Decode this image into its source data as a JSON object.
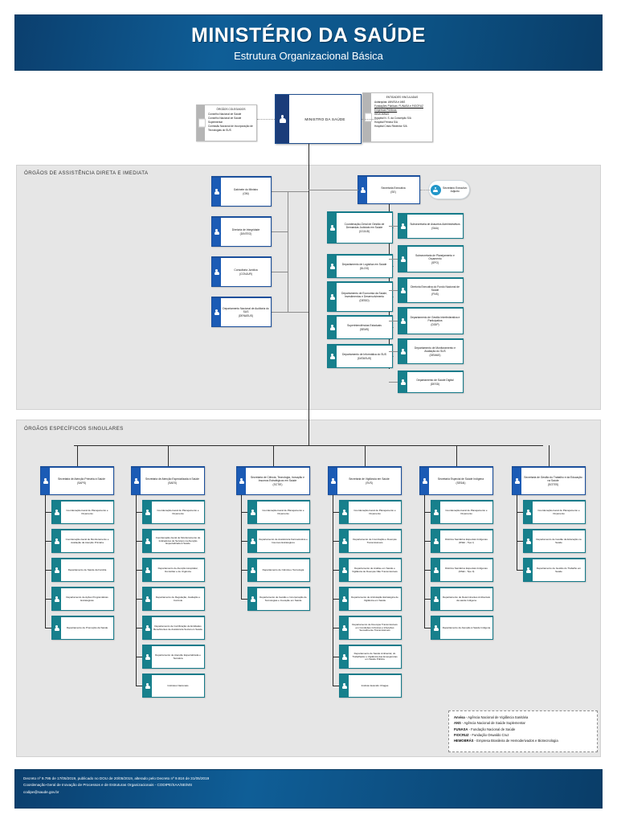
{
  "header": {
    "title": "MINISTÉRIO DA SAÚDE",
    "subtitle": "Estrutura Organizacional Básica"
  },
  "top": {
    "minister": "MINISTRO DA SAÚDE",
    "colegiados": {
      "title": "ÓRGÃOS COLEGIADOS",
      "items": [
        "Conselho Nacional de Saúde",
        "Conselho Nacional de Saúde Suplementar",
        "Comissão Nacional de Incorporação de",
        "Tecnologias do SUS"
      ]
    },
    "vinculadas": {
      "title": "ENTIDADES VINCULADAS",
      "items": [
        "Autarquias: ANVISA e ANS",
        "Fundações Públicas: FUNASA e FIOCRUZ",
        "Empresas Públicas:",
        "HEMOBRÁS",
        "Hospital N. S. da Conceição S/A",
        "Hospital Fêmina S/A",
        "Hospital Cristo Redentor S/A"
      ]
    }
  },
  "section_direct": {
    "label": "ÓRGÃOS DE ASSISTÊNCIA DIRETA E IMEDIATA",
    "left_column": [
      {
        "name": "Gabinete do Ministro",
        "acronym": "(GM)"
      },
      {
        "name": "Diretoria de Integridade",
        "acronym": "(DINTEG)"
      },
      {
        "name": "Consultoria Jurídica",
        "acronym": "(CONJUR)"
      },
      {
        "name": "Departamento Nacional de Auditoria do SUS",
        "acronym": "(DENASUS)"
      }
    ],
    "executive": {
      "name": "Secretaria Executiva",
      "acronym": "(SE)"
    },
    "adjunct": {
      "line1": "Secretário Executivo",
      "line2": "Adjunto"
    },
    "se_left": [
      {
        "name": "Coordenação-Geral de Gestão de Demandas Judiciais em Saúde",
        "acronym": "(CGJUD)"
      },
      {
        "name": "Departamento de Logística em Saúde",
        "acronym": "(DLOG)"
      },
      {
        "name": "Departamento de Economia da Saúde, Investimentos e Desenvolvimento",
        "acronym": "(DESID)"
      },
      {
        "name": "Superintendências Estaduais",
        "acronym": "(SEMS)"
      },
      {
        "name": "Departamento de Informática do SUS",
        "acronym": "(DATASUS)"
      }
    ],
    "se_right": [
      {
        "name": "Subsecretaria de Assuntos Administrativos",
        "acronym": "(SAA)"
      },
      {
        "name": "Subsecretaria de Planejamento e Orçamento",
        "acronym": "(SPO)"
      },
      {
        "name": "Diretoria Executiva do Fundo Nacional de Saúde",
        "acronym": "(FNS)"
      },
      {
        "name": "Departamento de Gestão Interfederativa e Participativa",
        "acronym": "(DGIP)"
      },
      {
        "name": "Departamento de Monitoramento e Avaliação do SUS",
        "acronym": "(DEMAS)"
      },
      {
        "name": "Departamento de Saúde Digital",
        "acronym": "(DESD)"
      }
    ]
  },
  "section_specific": {
    "label": "ÓRGÃOS ESPECÍFICOS SINGULARES",
    "columns": [
      {
        "head": {
          "name": "Secretaria de Atenção Primária à Saúde",
          "acronym": "(SAPS)"
        },
        "items": [
          {
            "name": "Coordenação-Geral de Planejamento e Orçamento",
            "acronym": ""
          },
          {
            "name": "Coordenação-Geral de Monitoramento e Avaliação da Atenção Primária",
            "acronym": ""
          },
          {
            "name": "Departamento de Saúde da Família",
            "acronym": ""
          },
          {
            "name": "Departamento de Ações Programáticas Estratégicas",
            "acronym": ""
          },
          {
            "name": "Departamento de Promoção da Saúde",
            "acronym": ""
          }
        ]
      },
      {
        "head": {
          "name": "Secretaria de Atenção Especializada à Saúde",
          "acronym": "(SAES)"
        },
        "items": [
          {
            "name": "Coordenação-Geral de Planejamento e Orçamento",
            "acronym": ""
          },
          {
            "name": "Coordenação-Geral de Monitoramento de Indicadores de Serviços na Atenção Especializada à Saúde",
            "acronym": ""
          },
          {
            "name": "Departamento de Atenção Hospitalar, Domiciliar e de Urgência",
            "acronym": ""
          },
          {
            "name": "Departamento de Regulação, Avaliação e Controle",
            "acronym": ""
          },
          {
            "name": "Departamento de Certificação de Entidades Beneficentes de Assistência Social em Saúde",
            "acronym": ""
          },
          {
            "name": "Departamento de Atenção Especializada e Temática",
            "acronym": ""
          },
          {
            "name": "Institutos Nacionais",
            "acronym": ""
          }
        ]
      },
      {
        "head": {
          "name": "Secretaria de Ciência, Tecnologia, Inovação e Insumos Estratégicos em Saúde",
          "acronym": "(SCTIE)"
        },
        "items": [
          {
            "name": "Coordenação-Geral de Planejamento e Orçamento",
            "acronym": ""
          },
          {
            "name": "Departamento de Assistência Farmacêutica e Insumos Estratégicos",
            "acronym": ""
          },
          {
            "name": "Departamento de Ciência e Tecnologia",
            "acronym": ""
          },
          {
            "name": "Departamento de Gestão e Incorporação de Tecnologias e Inovação em Saúde",
            "acronym": ""
          }
        ]
      },
      {
        "head": {
          "name": "Secretaria de Vigilância em Saúde",
          "acronym": "(SVS)"
        },
        "items": [
          {
            "name": "Coordenação-Geral de Planejamento e Orçamento",
            "acronym": ""
          },
          {
            "name": "Departamento de Imunização e Doenças Transmissíveis",
            "acronym": ""
          },
          {
            "name": "Departamento de Análise em Saúde e Vigilância de Doenças Não Transmissíveis",
            "acronym": ""
          },
          {
            "name": "Departamento de Articulação Estratégica de Vigilância em Saúde",
            "acronym": ""
          },
          {
            "name": "Departamento de Doenças Transmissíveis em Condições Crônicas e Infecções Sexualmente Transmissíveis",
            "acronym": ""
          },
          {
            "name": "Departamento de Saúde Ambiental, do Trabalhador e Vigilância das Emergências em Saúde Pública",
            "acronym": ""
          },
          {
            "name": "Instituto Evandro Chagas",
            "acronym": ""
          }
        ]
      },
      {
        "head": {
          "name": "Secretaria Especial de Saúde Indígena",
          "acronym": "(SESAI)"
        },
        "items": [
          {
            "name": "Coordenação-Geral de Planejamento e Orçamento",
            "acronym": ""
          },
          {
            "name": "Distritos Sanitários Especiais Indígenas",
            "acronym": "(DSEI - Tipo I)"
          },
          {
            "name": "Distritos Sanitários Especiais Indígenas",
            "acronym": "(DSEI - Tipo II)"
          },
          {
            "name": "Departamento de Determinantes Ambientais da saúde Indígena",
            "acronym": ""
          },
          {
            "name": "Departamento de Atenção à Saúde Indígena",
            "acronym": ""
          }
        ]
      },
      {
        "head": {
          "name": "Secretaria de Gestão do Trabalho e da Educação na Saúde",
          "acronym": "(SGTES)"
        },
        "items": [
          {
            "name": "Coordenação-Geral de Planejamento e Orçamento",
            "acronym": ""
          },
          {
            "name": "Departamento de Gestão da Educação na Saúde",
            "acronym": ""
          },
          {
            "name": "Departamento de Gestão do Trabalho em Saúde",
            "acronym": ""
          }
        ]
      }
    ]
  },
  "legend": [
    {
      "acronym": "Anvisa",
      "desc": " - Agência Nacional de Vigilância Sanitária"
    },
    {
      "acronym": "ANS",
      "desc": " - Agência Nacional de Saúde Suplementar"
    },
    {
      "acronym": "FUNASA",
      "desc": " - Fundação Nacional de Saúde"
    },
    {
      "acronym": "FIOCRUZ",
      "desc": " - Fundação Oswaldo Cruz"
    },
    {
      "acronym": "HEMOBRÁS",
      "desc": " - Empresa Brasileira de Hemoderivados e Biotecnologia"
    }
  ],
  "footer": {
    "line1": "Decreto nº 9.795 de 17/05/2019, publicado no DOU de 20/05/2019, alterado pelo Decreto nº 9.816 de 31/05/2019",
    "line2": "Coordenação-Geral de Inovação de Processos e de Estruturas Organizacionais - CODIPE/SAA/SE/MS",
    "line3": "codipe@saude.gov.br"
  },
  "colors": {
    "header_blue": "#0f5e97",
    "box_blue": "#1b5bb5",
    "box_teal": "#17808c",
    "band_grey": "#e6e6e6",
    "pill_cyan": "#2196c9"
  }
}
